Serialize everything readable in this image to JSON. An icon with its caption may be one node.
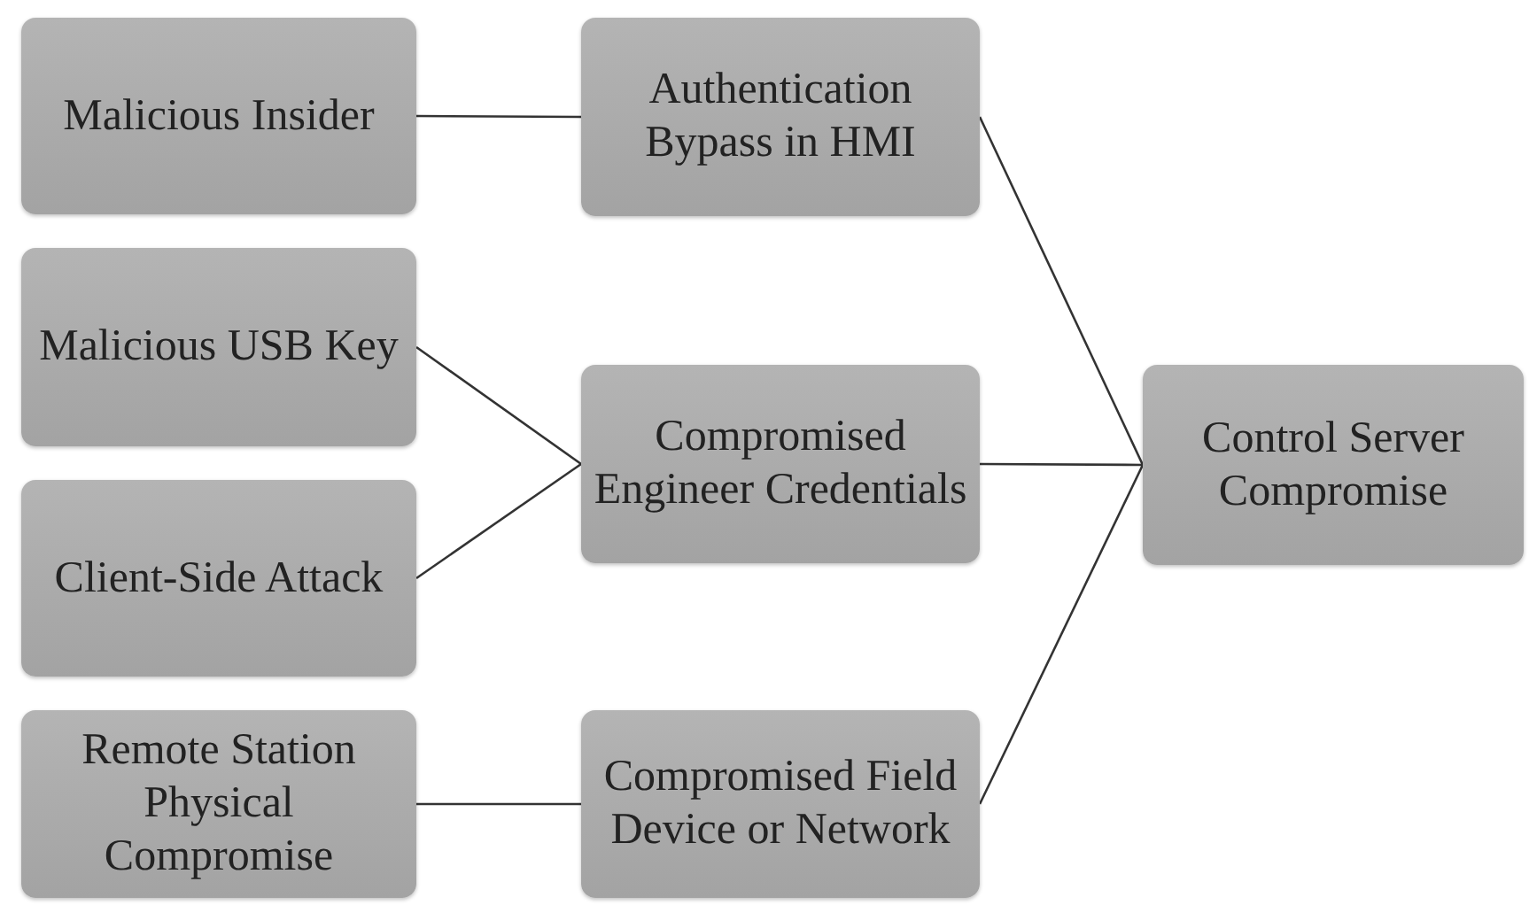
{
  "diagram": {
    "nodes": [
      {
        "text": [
          "Malicious Insider"
        ]
      },
      {
        "text": [
          "Authentication Bypass in HMI"
        ]
      },
      {
        "text": [
          "Malicious USB Key"
        ]
      },
      {
        "text": [
          "Client-Side Attack"
        ]
      },
      {
        "text": [
          "Compromised Engineer Credentials"
        ]
      },
      {
        "text": [
          "Control Server Compromise"
        ]
      },
      {
        "text": [
          "Remote Station Physical Compromise"
        ]
      },
      {
        "text": [
          "Compromised Field Device or Network"
        ]
      }
    ],
    "edges": [
      {
        "from": 0,
        "to": 1,
        "arrow": "none"
      },
      {
        "from": 2,
        "to": 4,
        "arrow": "none"
      },
      {
        "from": 3,
        "to": 4,
        "arrow": "none"
      },
      {
        "from": 1,
        "to": 5,
        "arrow": "none"
      },
      {
        "from": 4,
        "to": 5,
        "arrow": "none"
      },
      {
        "from": 6,
        "to": 7,
        "arrow": "none"
      },
      {
        "from": 7,
        "to": 5,
        "arrow": "none"
      }
    ]
  }
}
